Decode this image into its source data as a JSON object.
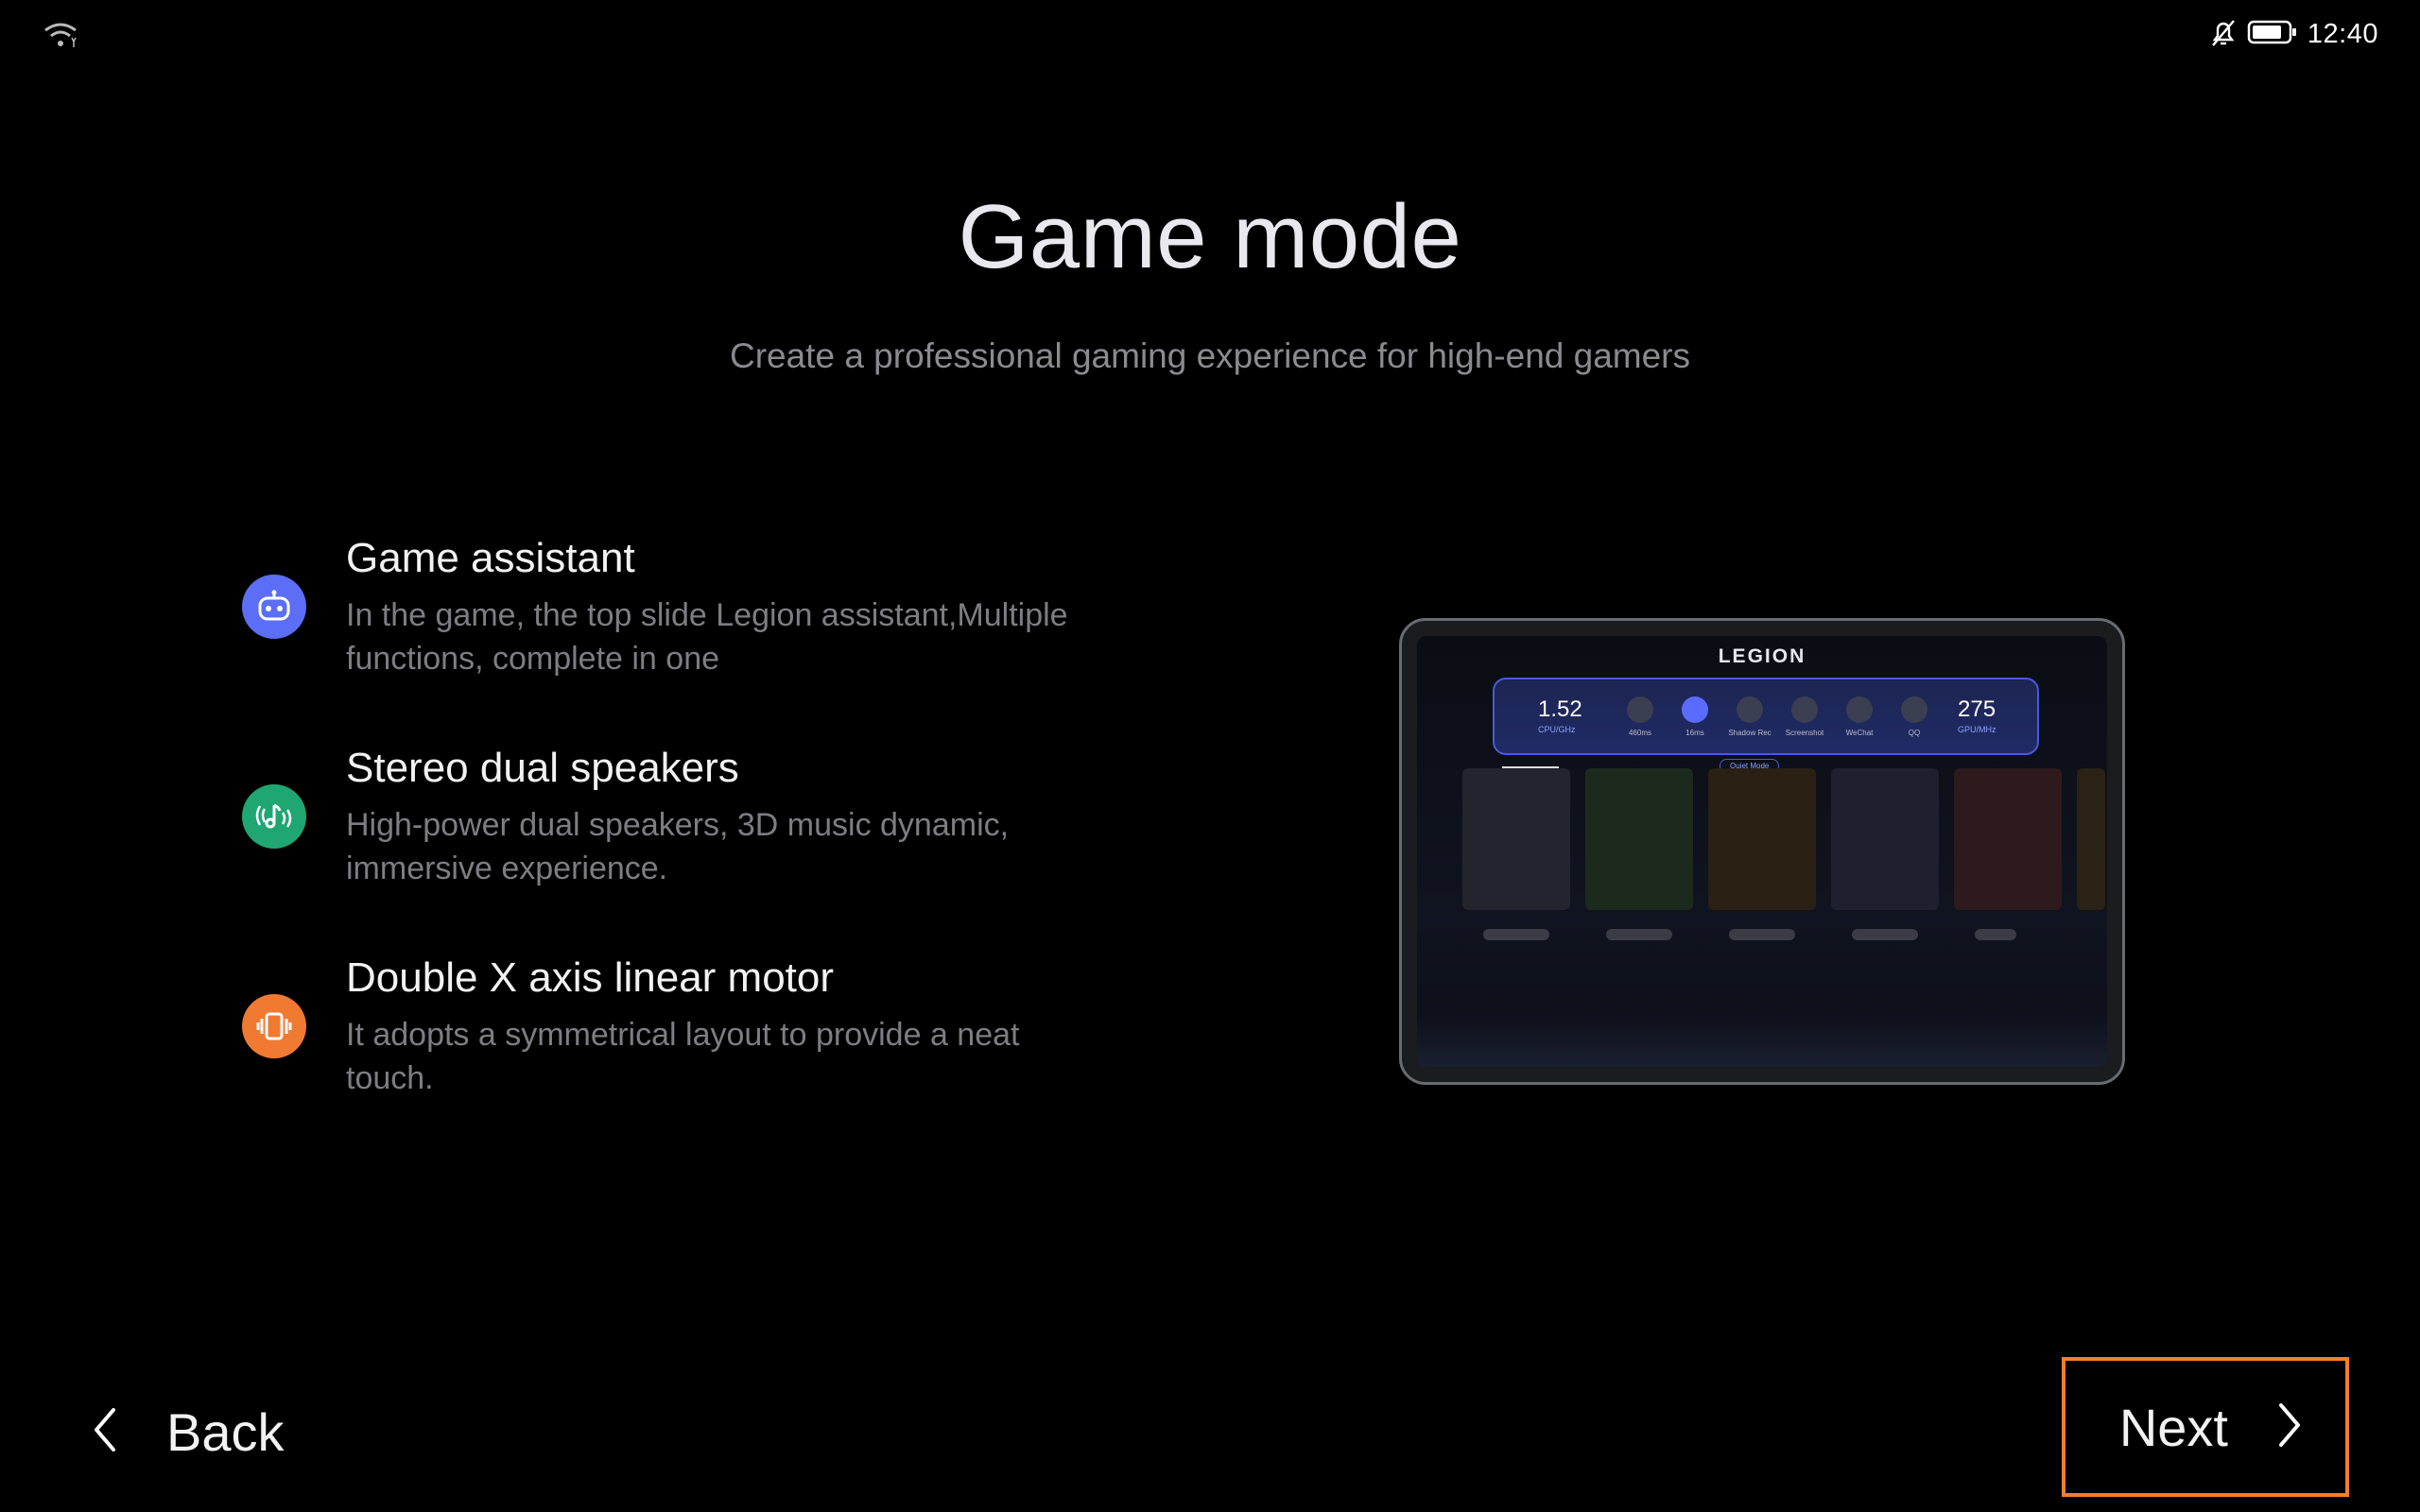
{
  "status_bar": {
    "time": "12:40",
    "icons": [
      "wifi-icon",
      "bell-off-icon",
      "battery-icon"
    ]
  },
  "page": {
    "title": "Game mode",
    "subtitle": "Create a professional gaming experience for high-end gamers"
  },
  "features": [
    {
      "title": "Game assistant",
      "description": "In the game, the top slide Legion assistant,Multiple functions, complete in one",
      "icon": "robot-icon",
      "color": "#5b6ef5"
    },
    {
      "title": "Stereo dual speakers",
      "description": "High-power dual speakers, 3D music dynamic, immersive experience.",
      "icon": "music-waves-icon",
      "color": "#1fa672"
    },
    {
      "title": "Double X axis linear motor",
      "description": "It adopts a symmetrical layout to provide a neat touch.",
      "icon": "vibration-icon",
      "color": "#f07a32"
    }
  ],
  "preview": {
    "logo": "LEGION",
    "cpu_value": "1.52",
    "cpu_unit": "CPU/GHz",
    "gpu_value": "275",
    "gpu_unit": "GPU/MHz",
    "quick_items": [
      "460ms",
      "16ms",
      "Shadow Rec",
      "Screenshot",
      "WeChat",
      "QQ"
    ],
    "mode_chip": "Quiet Mode"
  },
  "nav": {
    "back_label": "Back",
    "next_label": "Next",
    "accent": "#f2802a"
  }
}
